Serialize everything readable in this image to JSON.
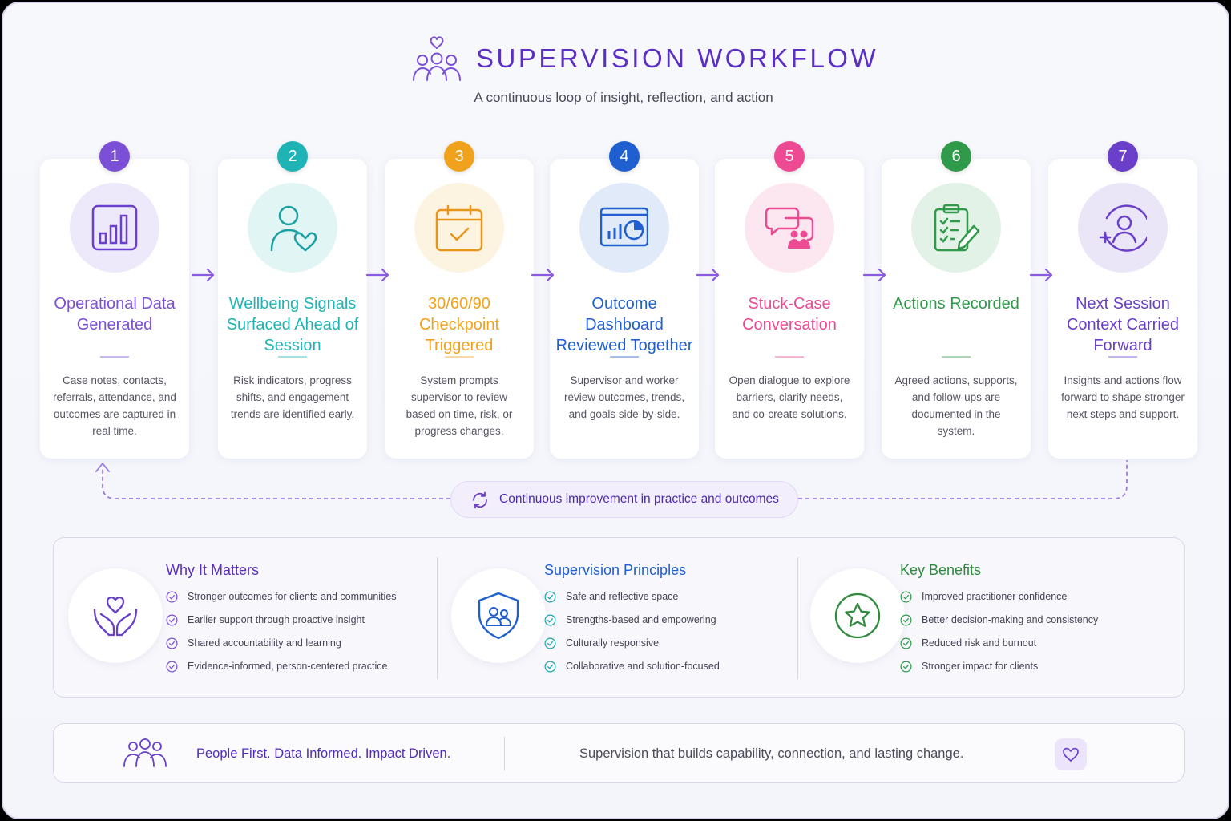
{
  "header": {
    "title": "SUPERVISION WORKFLOW",
    "subtitle": "A continuous loop of insight, reflection, and action"
  },
  "steps": [
    {
      "number": "1",
      "title": "Operational Data Generated",
      "description": "Case notes, contacts, referrals, attendance, and outcomes are captured in real time.",
      "color": "#7b4fd6",
      "icon": "bar-chart-icon"
    },
    {
      "number": "2",
      "title": "Wellbeing Signals Surfaced Ahead of Session",
      "description": "Risk indicators, progress shifts, and engagement trends are identified early.",
      "color": "#1fb3b6",
      "icon": "person-heart-icon"
    },
    {
      "number": "3",
      "title": "30/60/90 Checkpoint Triggered",
      "description": "System prompts supervisor to review based on time, risk, or progress changes.",
      "color": "#f0a21c",
      "icon": "calendar-check-icon"
    },
    {
      "number": "4",
      "title": "Outcome Dashboard Reviewed Together",
      "description": "Supervisor and worker review outcomes, trends, and goals side-by-side.",
      "color": "#1f5fd0",
      "icon": "dashboard-icon"
    },
    {
      "number": "5",
      "title": "Stuck-Case Conversation",
      "description": "Open dialogue to explore barriers, clarify needs, and co-create solutions.",
      "color": "#ec4a93",
      "icon": "chat-people-icon"
    },
    {
      "number": "6",
      "title": "Actions Recorded",
      "description": "Agreed actions, supports, and follow-ups are documented in the system.",
      "color": "#2f9a4a",
      "icon": "clipboard-checklist-icon"
    },
    {
      "number": "7",
      "title": "Next Session Context Carried Forward",
      "description": "Insights and actions flow forward to shape stronger next steps and support.",
      "color": "#6a3fc9",
      "icon": "person-add-icon"
    }
  ],
  "loop": {
    "label": "Continuous improvement in practice and outcomes",
    "icon": "cycle-arrows-icon"
  },
  "info": [
    {
      "title": "Why It Matters",
      "color": "#5b2fc4",
      "icon": "hands-heart-icon",
      "items": [
        "Stronger outcomes for clients and communities",
        "Earlier support through proactive insight",
        "Shared accountability and learning",
        "Evidence-informed, person-centered practice"
      ]
    },
    {
      "title": "Supervision Principles",
      "color": "#1f5fd0",
      "icon": "shield-people-icon",
      "items": [
        "Safe and reflective space",
        "Strengths-based and empowering",
        "Culturally responsive",
        "Collaborative and solution-focused"
      ]
    },
    {
      "title": "Key Benefits",
      "color": "#2f8a3e",
      "icon": "star-circle-icon",
      "items": [
        "Improved practitioner confidence",
        "Better decision-making and consistency",
        "Reduced risk and burnout",
        "Stronger impact for clients"
      ]
    }
  ],
  "footer": {
    "tagline": "People First. Data Informed. Impact Driven.",
    "statement": "Supervision that builds capability,  connection,  and lasting change."
  }
}
